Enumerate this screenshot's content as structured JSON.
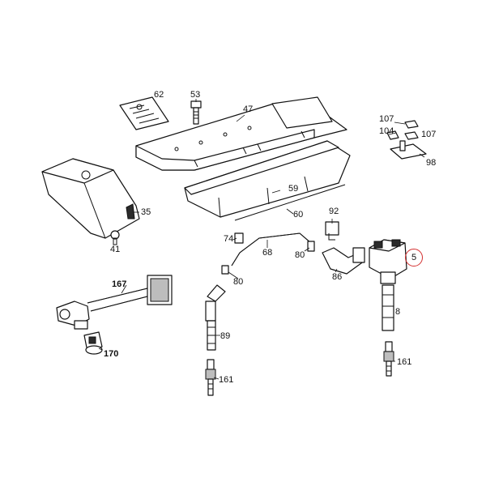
{
  "diagram": {
    "highlight_color": "#d32f2f",
    "labels": {
      "p62": "62",
      "p53": "53",
      "p47": "47",
      "p107a": "107",
      "p104": "104",
      "p107b": "107",
      "p98": "98",
      "p35": "35",
      "p41": "41",
      "p59": "59",
      "p60": "60",
      "p92": "92",
      "p74": "74",
      "p68": "68",
      "p80a": "80",
      "p80b": "80",
      "p86": "86",
      "p5": "5",
      "p167": "167",
      "p170": "170",
      "p89": "89",
      "p8": "8",
      "p161a": "161",
      "p161b": "161"
    }
  }
}
